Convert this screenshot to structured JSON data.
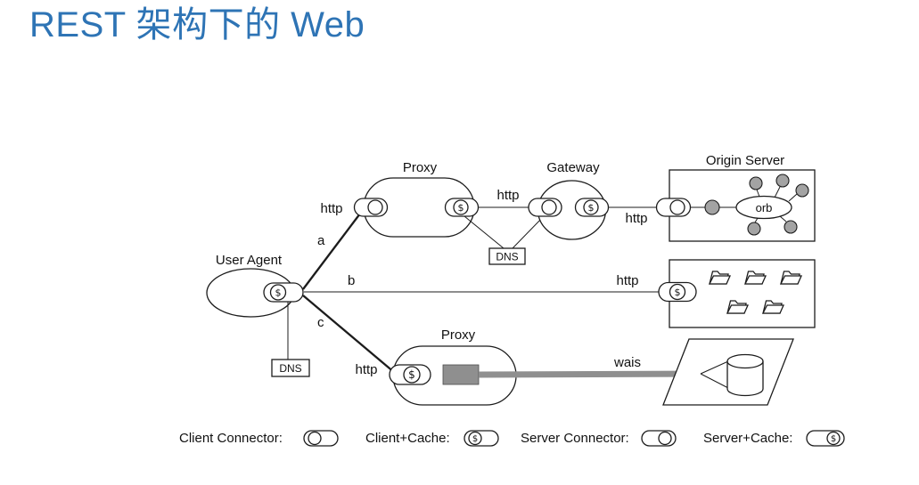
{
  "title": "REST 架构下的 Web",
  "symbols": {
    "cache": "$"
  },
  "nodes": {
    "user_agent": "User Agent",
    "proxy_top": "Proxy",
    "gateway": "Gateway",
    "origin_server": "Origin Server",
    "orb": "orb",
    "proxy_bottom": "Proxy",
    "dns_top": "DNS",
    "dns_bottom": "DNS"
  },
  "edges": {
    "a": "a",
    "b": "b",
    "c": "c",
    "http_a": "http",
    "http_proxy_gateway": "http",
    "http_gateway_origin": "http",
    "http_b": "http",
    "http_c": "http",
    "wais": "wais"
  },
  "legend": [
    {
      "label": "Client Connector:"
    },
    {
      "label": "Client+Cache:"
    },
    {
      "label": "Server Connector:"
    },
    {
      "label": "Server+Cache:"
    }
  ],
  "colors": {
    "title_blue": "#2E74B5",
    "satellite_gray": "#a3a3a3",
    "cache_box_gray": "#8f8f8f",
    "wais_line_gray": "#8f8f8f"
  }
}
